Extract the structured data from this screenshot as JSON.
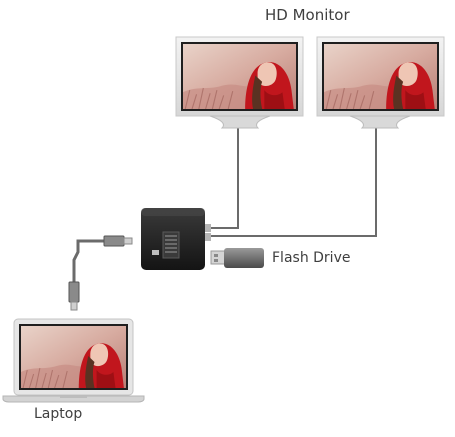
{
  "labels": {
    "monitors": "HD Monitor",
    "flash_drive": "Flash Drive",
    "laptop": "Laptop"
  },
  "colors": {
    "cable": "#6b6b6b",
    "device_frame": "#e9e9e9",
    "screen_bezel": "#1f1f1f",
    "hub_body": "#2a2a2a",
    "photo_sky": "#d8b6ad",
    "photo_hood": "#c0141b"
  },
  "icons": [
    "monitor-icon",
    "laptop-icon",
    "usb-hub-icon",
    "flash-drive-icon",
    "usb-connector-icon"
  ]
}
